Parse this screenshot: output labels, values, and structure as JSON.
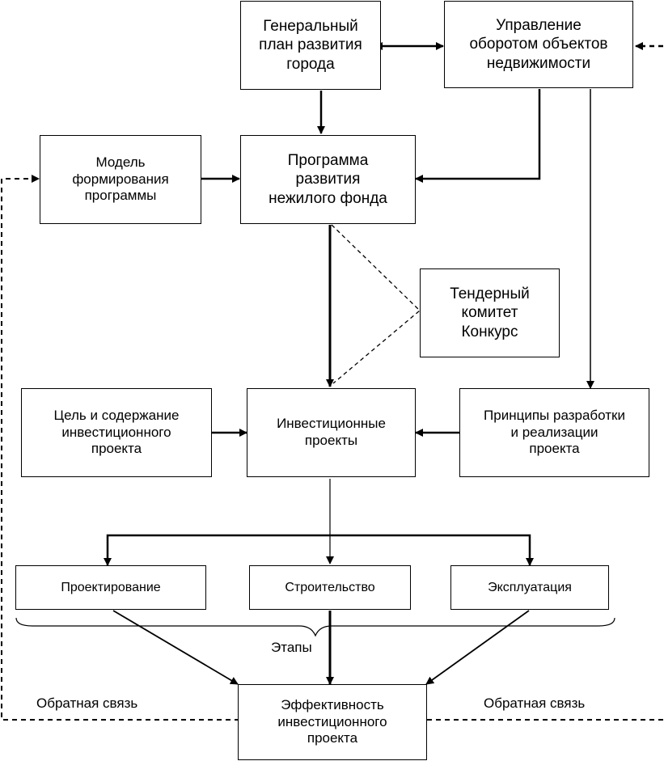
{
  "boxes": {
    "general_plan": "Генеральный\nплан развития\nгорода",
    "real_estate_mgmt": "Управление\nоборотом объектов\nнедвижимости",
    "formation_model": "Модель\nформирования\nпрограммы",
    "development_program": "Программа\nразвития\nнежилого фонда",
    "tender_committee": "Тендерный\nкомитет\nКонкурс",
    "goal_content": "Цель и содержание\nинвестиционного\nпроекта",
    "investment_projects": "Инвестиционные\nпроекты",
    "principles": "Принципы разработки\nи реализации\nпроекта",
    "design": "Проектирование",
    "construction": "Строительство",
    "operation": "Эксплуатация",
    "efficiency": "Эффективность\nинвестиционного\nпроекта"
  },
  "labels": {
    "stages": "Этапы",
    "feedback_left": "Обратная связь",
    "feedback_right": "Обратная связь"
  }
}
